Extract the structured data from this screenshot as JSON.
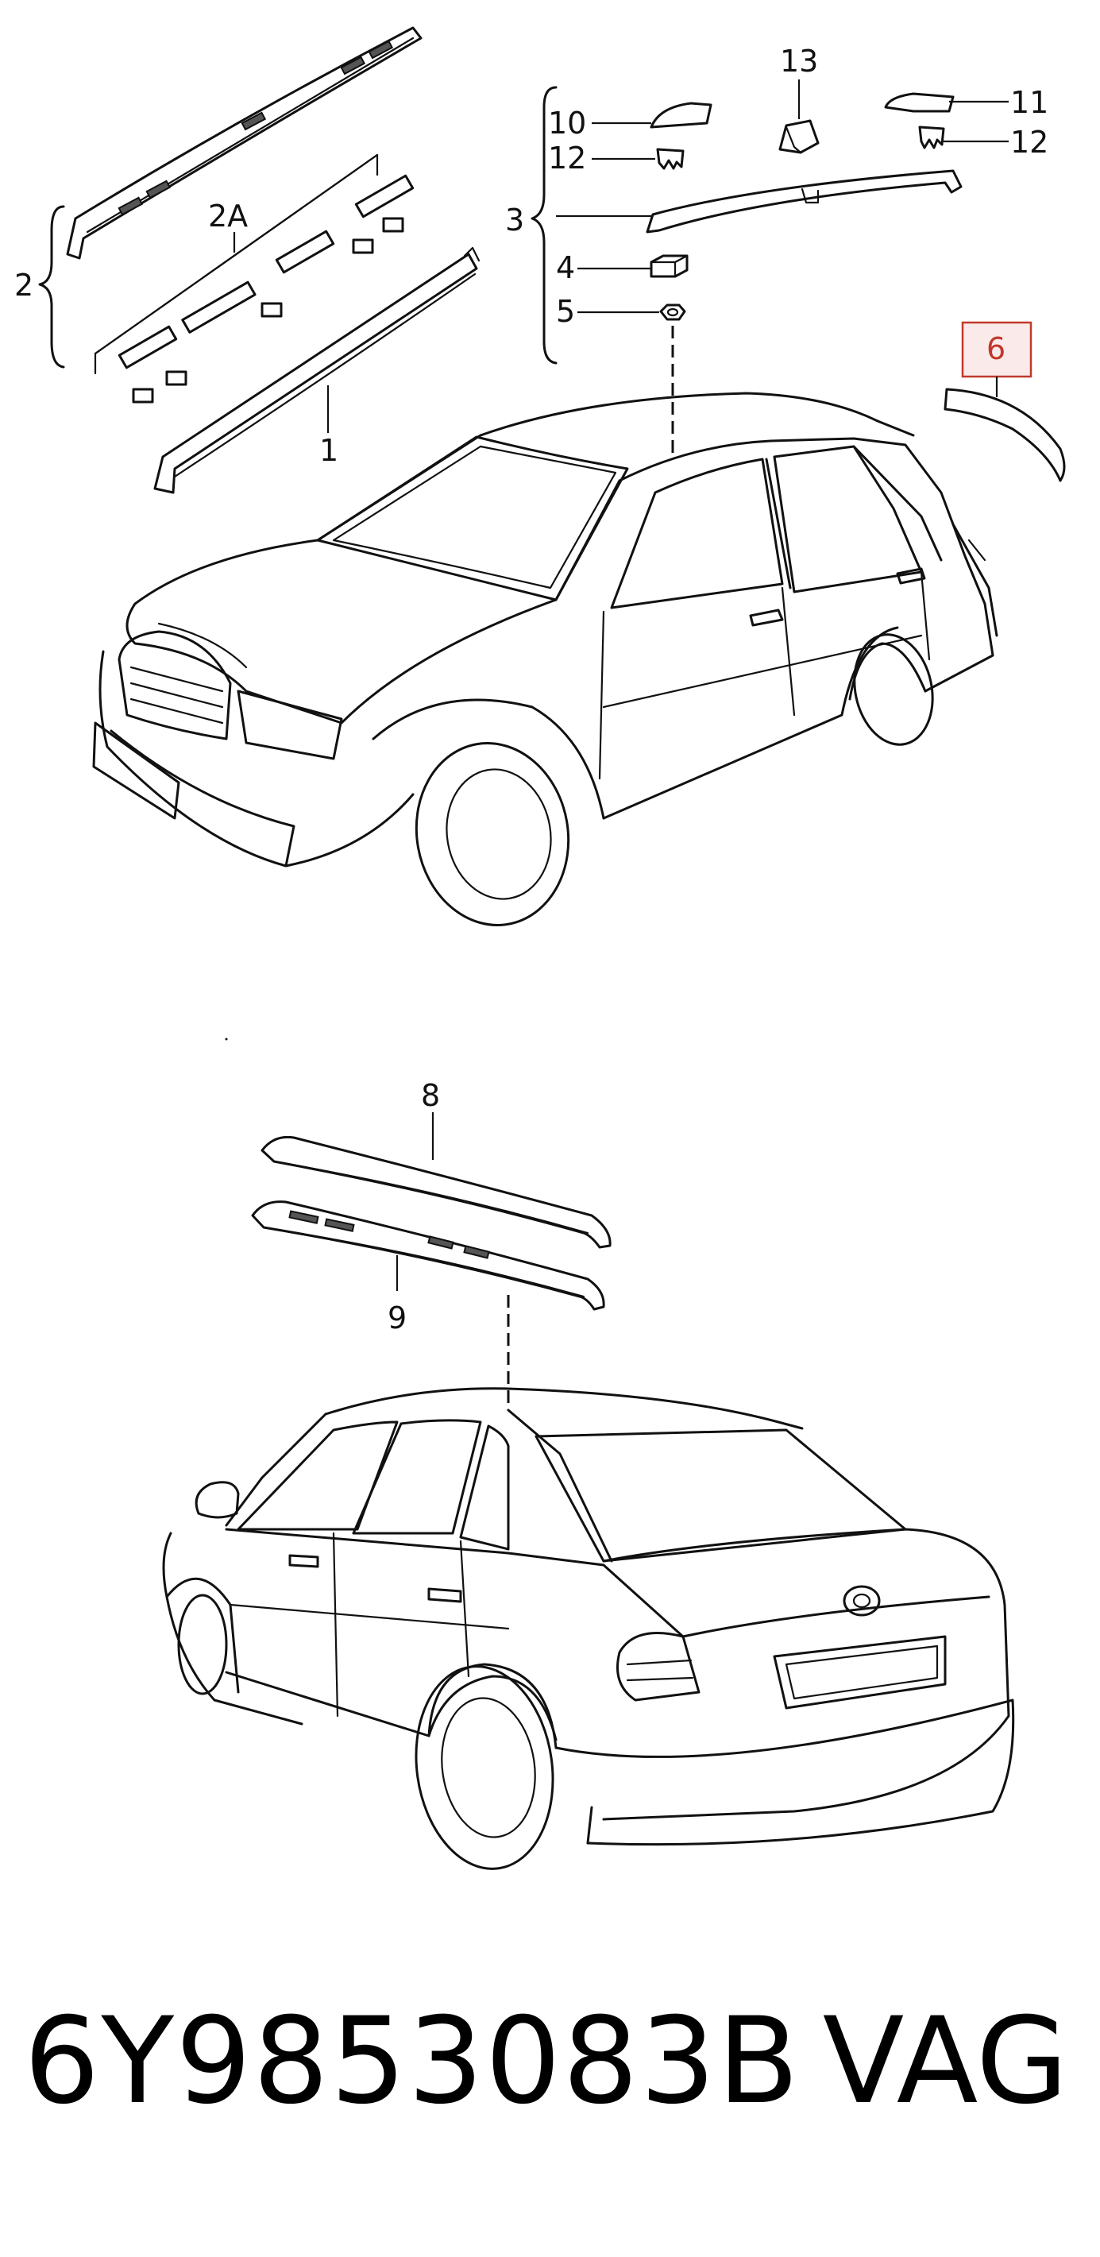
{
  "diagram": {
    "callouts": {
      "c1": "1",
      "c2": "2",
      "c2a": "2A",
      "c3": "3",
      "c4": "4",
      "c5": "5",
      "c6": "6",
      "c8": "8",
      "c9": "9",
      "c10": "10",
      "c11": "11",
      "c12a": "12",
      "c12b": "12",
      "c13": "13"
    },
    "highlight_color": "#c0392b"
  },
  "footer": {
    "part_number": "6Y9853083B",
    "brand": "VAG"
  }
}
